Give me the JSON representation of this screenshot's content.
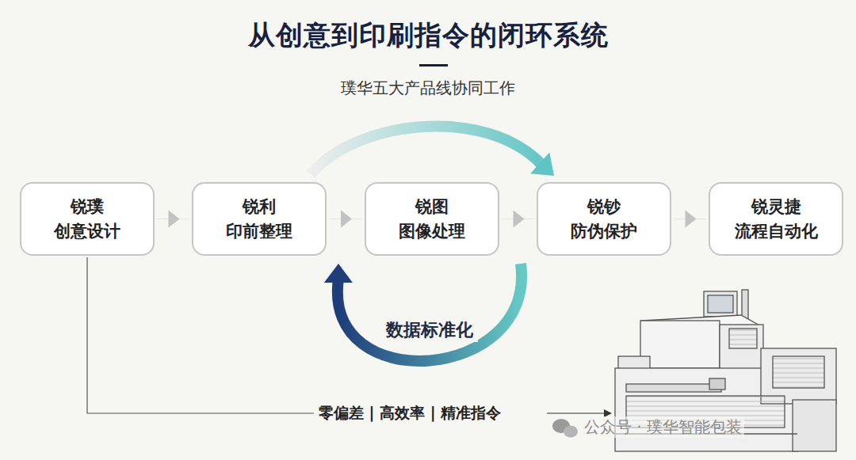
{
  "diagram": {
    "title": "从创意到印刷指令的闭环系统",
    "caption": "璞华五大产品线协同工作",
    "nodes": [
      {
        "text": [
          "锐璞",
          "创意设计"
        ]
      },
      {
        "text": [
          "锐利",
          "印前整理"
        ]
      },
      {
        "text": [
          "锐图",
          "图像处理"
        ]
      },
      {
        "text": [
          "锐钞",
          "防伪保护"
        ]
      },
      {
        "text": [
          "锐灵捷",
          "流程自动化"
        ]
      }
    ],
    "edges": [
      {
        "from": 0,
        "to": 1,
        "arrow": "to"
      },
      {
        "from": 1,
        "to": 2,
        "arrow": "to"
      },
      {
        "from": 2,
        "to": 3,
        "arrow": "to"
      },
      {
        "from": 3,
        "to": 4,
        "arrow": "to"
      },
      {
        "from": 1,
        "to": 3,
        "arrow": "to"
      },
      {
        "from": 3,
        "to": 1,
        "label": "数据标准化",
        "arrow": "to"
      }
    ],
    "labels": [
      "零偏差 | 高效率 | 精准指令",
      "公众号 · 璞华智能包装"
    ]
  }
}
